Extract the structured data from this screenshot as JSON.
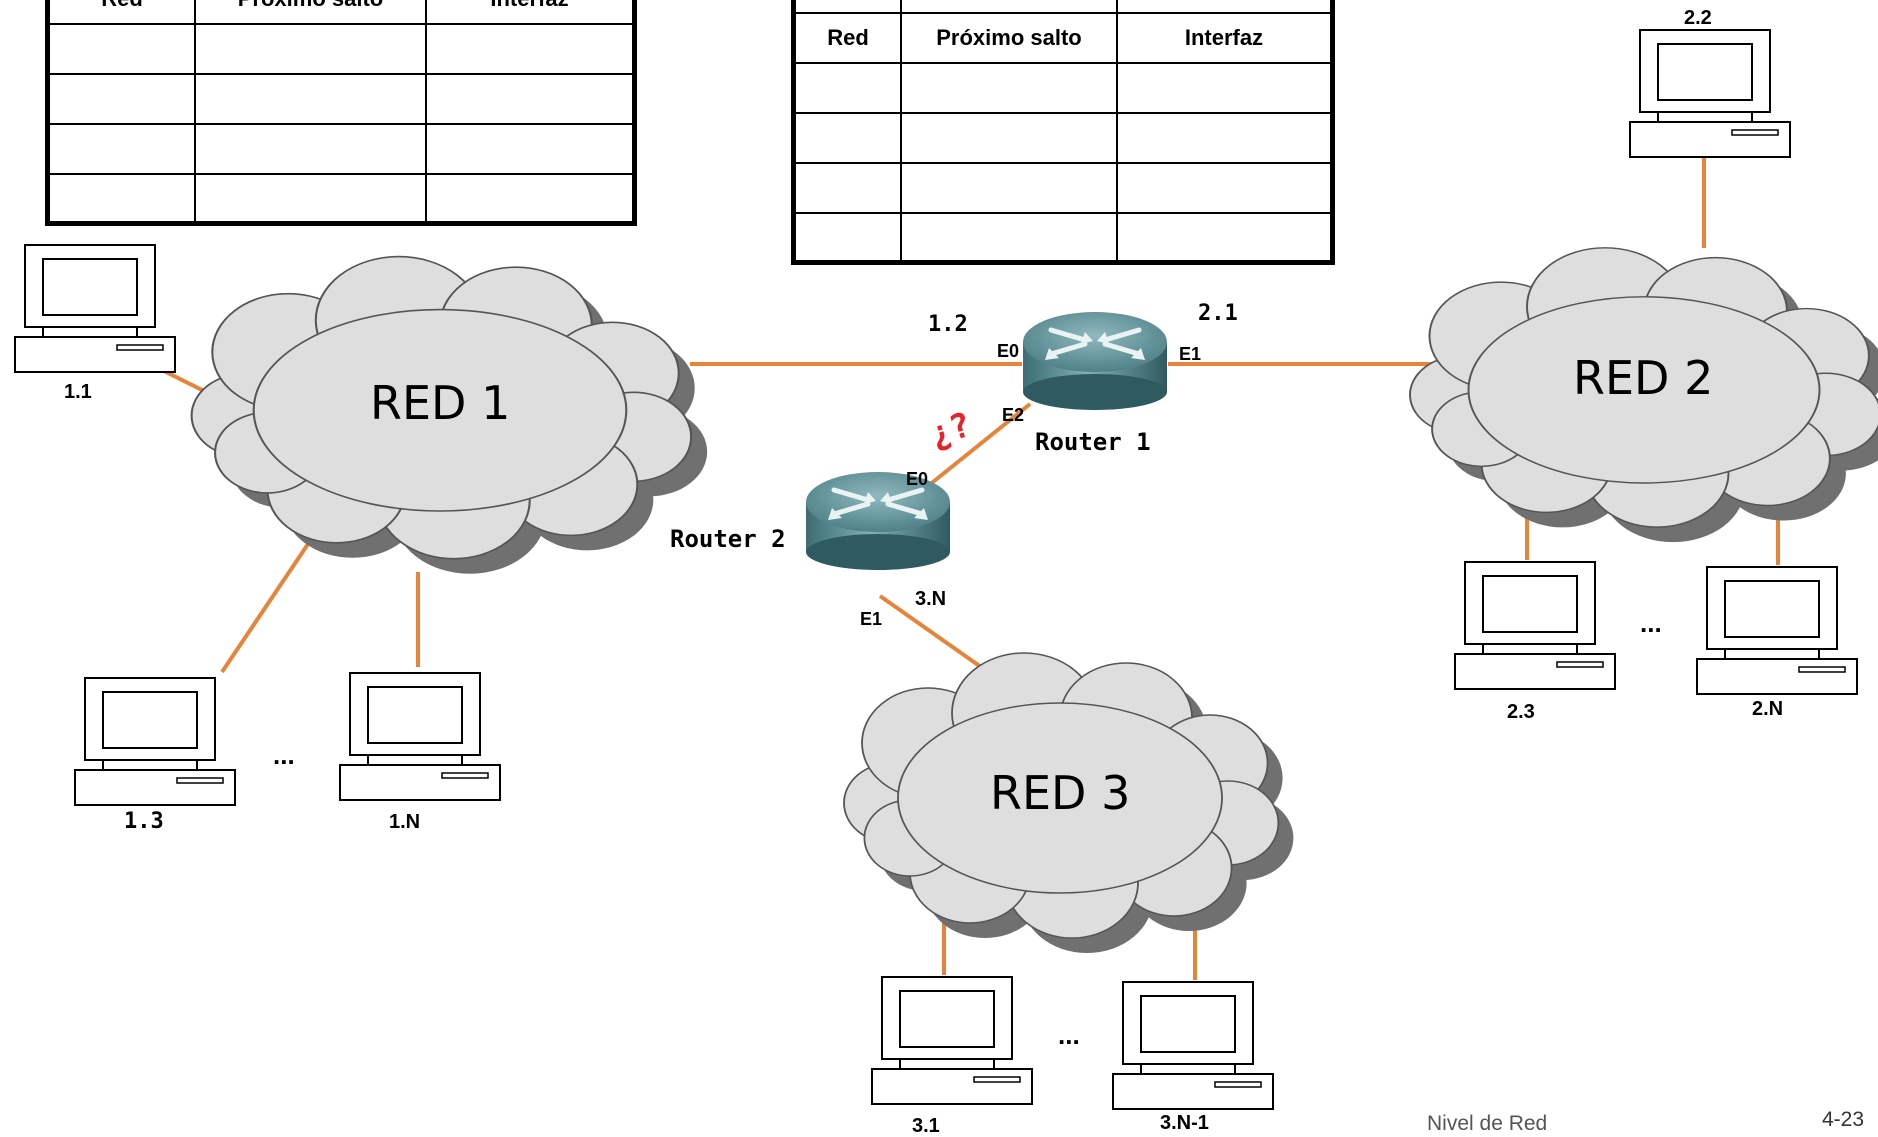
{
  "tables": {
    "left": {
      "headers": [
        "Red",
        "Próximo salto",
        "Interfaz"
      ],
      "rows": [
        [
          "",
          "",
          ""
        ],
        [
          "",
          "",
          ""
        ],
        [
          "",
          "",
          ""
        ],
        [
          "",
          "",
          ""
        ]
      ]
    },
    "right": {
      "headers": [
        "Red",
        "Próximo salto",
        "Interfaz"
      ],
      "rows": [
        [
          "",
          "",
          ""
        ],
        [
          "",
          "",
          ""
        ],
        [
          "",
          "",
          ""
        ],
        [
          "",
          "",
          ""
        ]
      ]
    }
  },
  "networks": {
    "red1": "RED 1",
    "red2": "RED 2",
    "red3": "RED 3"
  },
  "routers": {
    "router1": {
      "name": "Router 1",
      "e0": "E0",
      "e1": "E1",
      "e2": "E2",
      "addr_e0": "1.2",
      "addr_e1": "2.1"
    },
    "router2": {
      "name": "Router 2",
      "e0": "E0",
      "e1": "E1",
      "addr_e1": "3.N"
    }
  },
  "unknown_link_label": "¿?",
  "hosts": {
    "h1_1": "1.1",
    "h1_3": "1.3",
    "h1_n": "1.N",
    "h2_2": "2.2",
    "h2_3": "2.3",
    "h2_n": "2.N",
    "h3_1": "3.1",
    "h3_n1": "3.N-1"
  },
  "ellipsis": "...",
  "footer": {
    "title": "Nivel de Red",
    "page": "4-23"
  },
  "colors": {
    "link": "#e6843a",
    "cloud": "#dedede",
    "cloud_shadow": "#707070",
    "router": "#5d9097",
    "question": "#e8222a"
  }
}
